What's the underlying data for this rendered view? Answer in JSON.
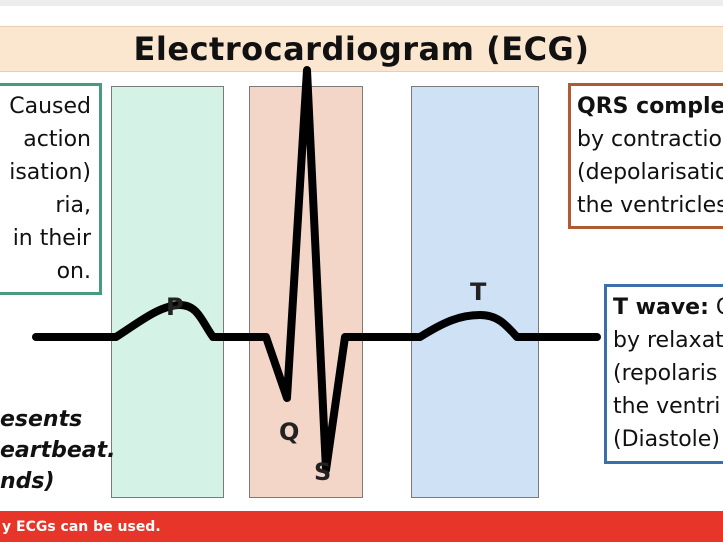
{
  "title": "Electrocardiogram (ECG)",
  "wave_labels": {
    "p": "P",
    "q": "Q",
    "s": "S",
    "t": "T"
  },
  "p_box": {
    "lines": [
      "Caused",
      "action",
      "isation)",
      "ria,",
      "in their",
      "on."
    ]
  },
  "qrs_box": {
    "heading": "QRS complex",
    "lines": [
      "by contraction",
      "(depolarisatio",
      "the ventricles"
    ]
  },
  "t_box": {
    "heading": "T wave:",
    "heading_rest": " C",
    "lines": [
      "by relaxat",
      "(repolaris",
      "the ventri",
      "(Diastole)"
    ]
  },
  "left_note": {
    "lines": [
      "esents",
      "eartbeat.",
      "nds)"
    ]
  },
  "footer": {
    "text": "y ECGs can be used."
  },
  "colors": {
    "p_zone": "#d5f2e6",
    "qrs_zone": "#f4d6c8",
    "t_zone": "#cfe2f5",
    "p_box_border": "#4a9a80",
    "qrs_box_border": "#b05a32",
    "t_box_border": "#3a6fa8",
    "title_band": "#fbe6cf",
    "footer": "#e8352a",
    "trace": "#000000"
  }
}
